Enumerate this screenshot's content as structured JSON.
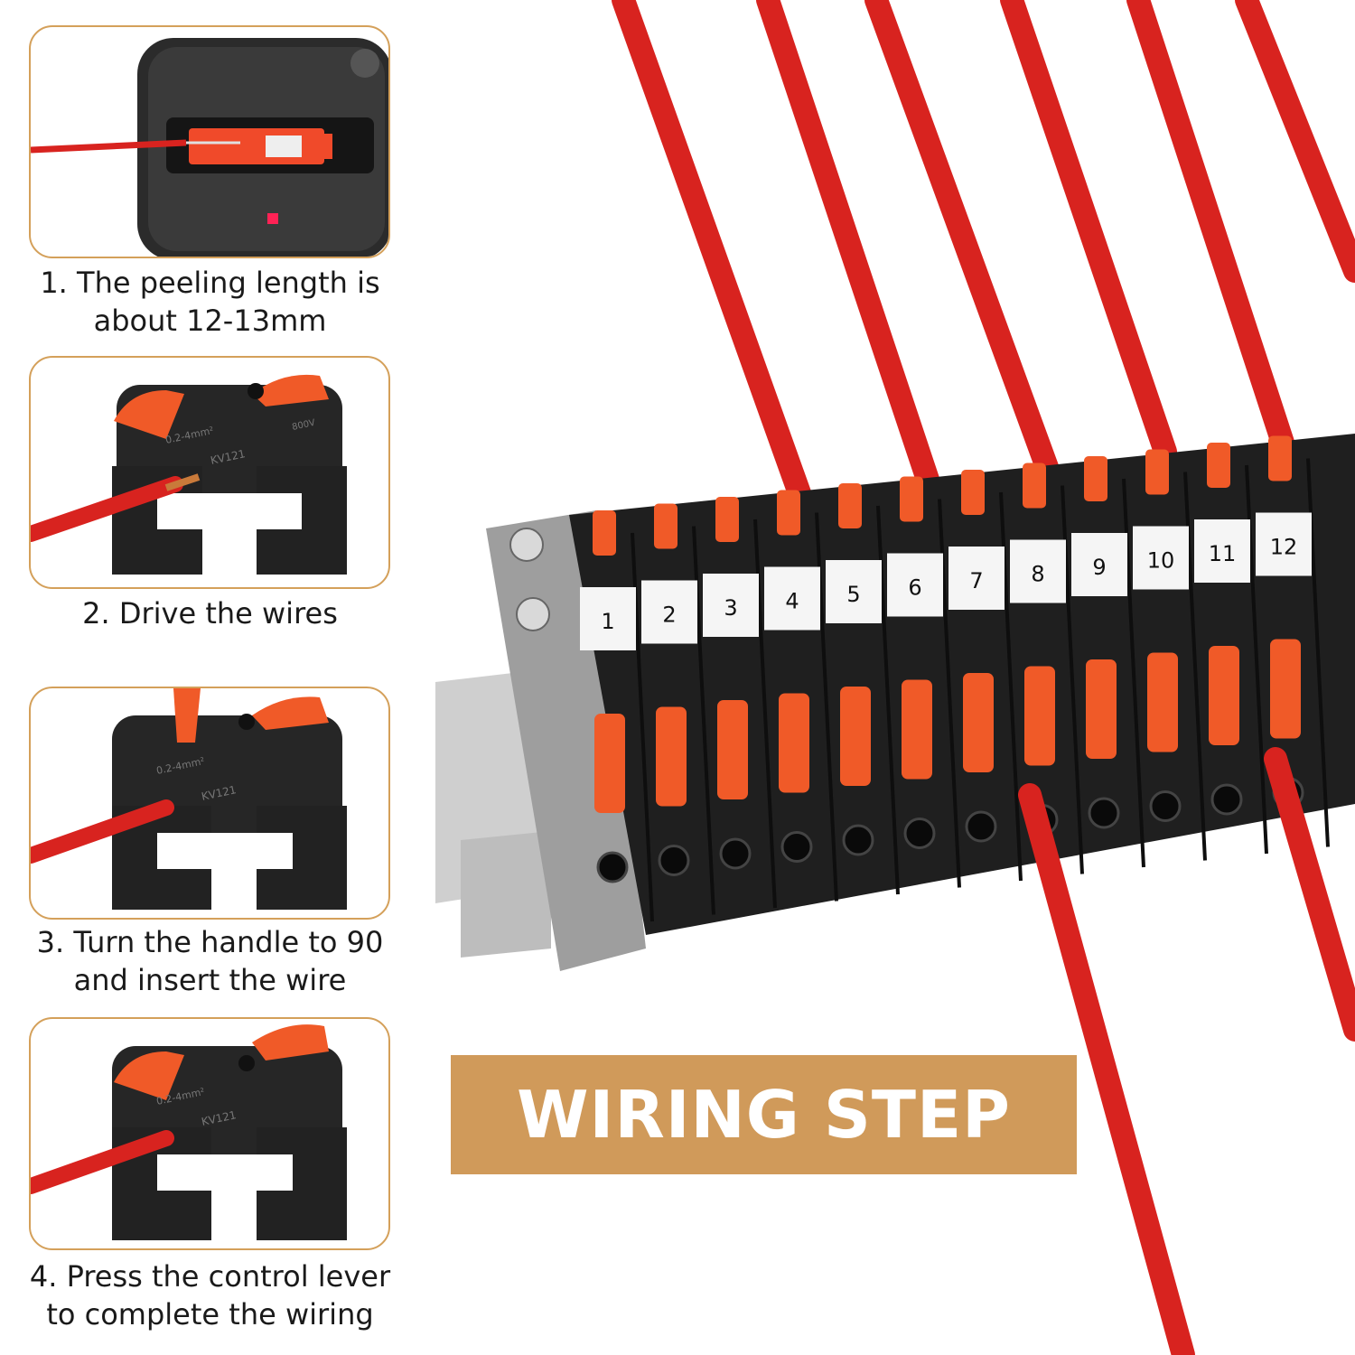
{
  "steps": [
    {
      "line1": "1. The peeling length is",
      "line2": "about 12-13mm"
    },
    {
      "line1": "2. Drive the wires",
      "line2": ""
    },
    {
      "line1": "3. Turn the handle to 90",
      "line2": "and insert the wire"
    },
    {
      "line1": "4. Press the control lever",
      "line2": "to complete the wiring"
    }
  ],
  "connector": {
    "spec_label": "0.2-4mm²",
    "model_label": "KV121",
    "rating_label": "800V"
  },
  "terminal_labels": [
    "1",
    "2",
    "3",
    "4",
    "5",
    "6",
    "7",
    "8",
    "9",
    "10",
    "11",
    "12"
  ],
  "banner": {
    "title": "WIRING STEP"
  },
  "colors": {
    "accent_gold": "#d09a5a",
    "wire_red": "#d8231f",
    "lever_orange": "#f05a28",
    "housing_black": "#1f1f1f"
  }
}
